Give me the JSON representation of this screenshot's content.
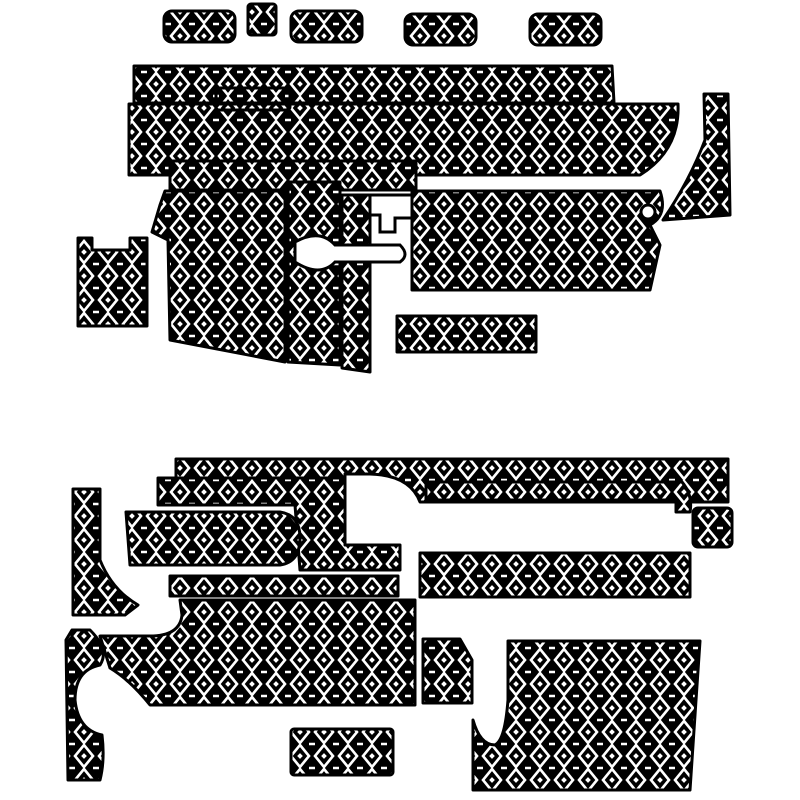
{
  "artwork": {
    "colors": {
      "background": "#ffffff",
      "ink": "#000000",
      "pattern_line": "#ffffff"
    },
    "pattern": "diamond-lattice",
    "groups": [
      "upper-receiver-wrap-set",
      "lower-receiver-wrap-set"
    ]
  }
}
